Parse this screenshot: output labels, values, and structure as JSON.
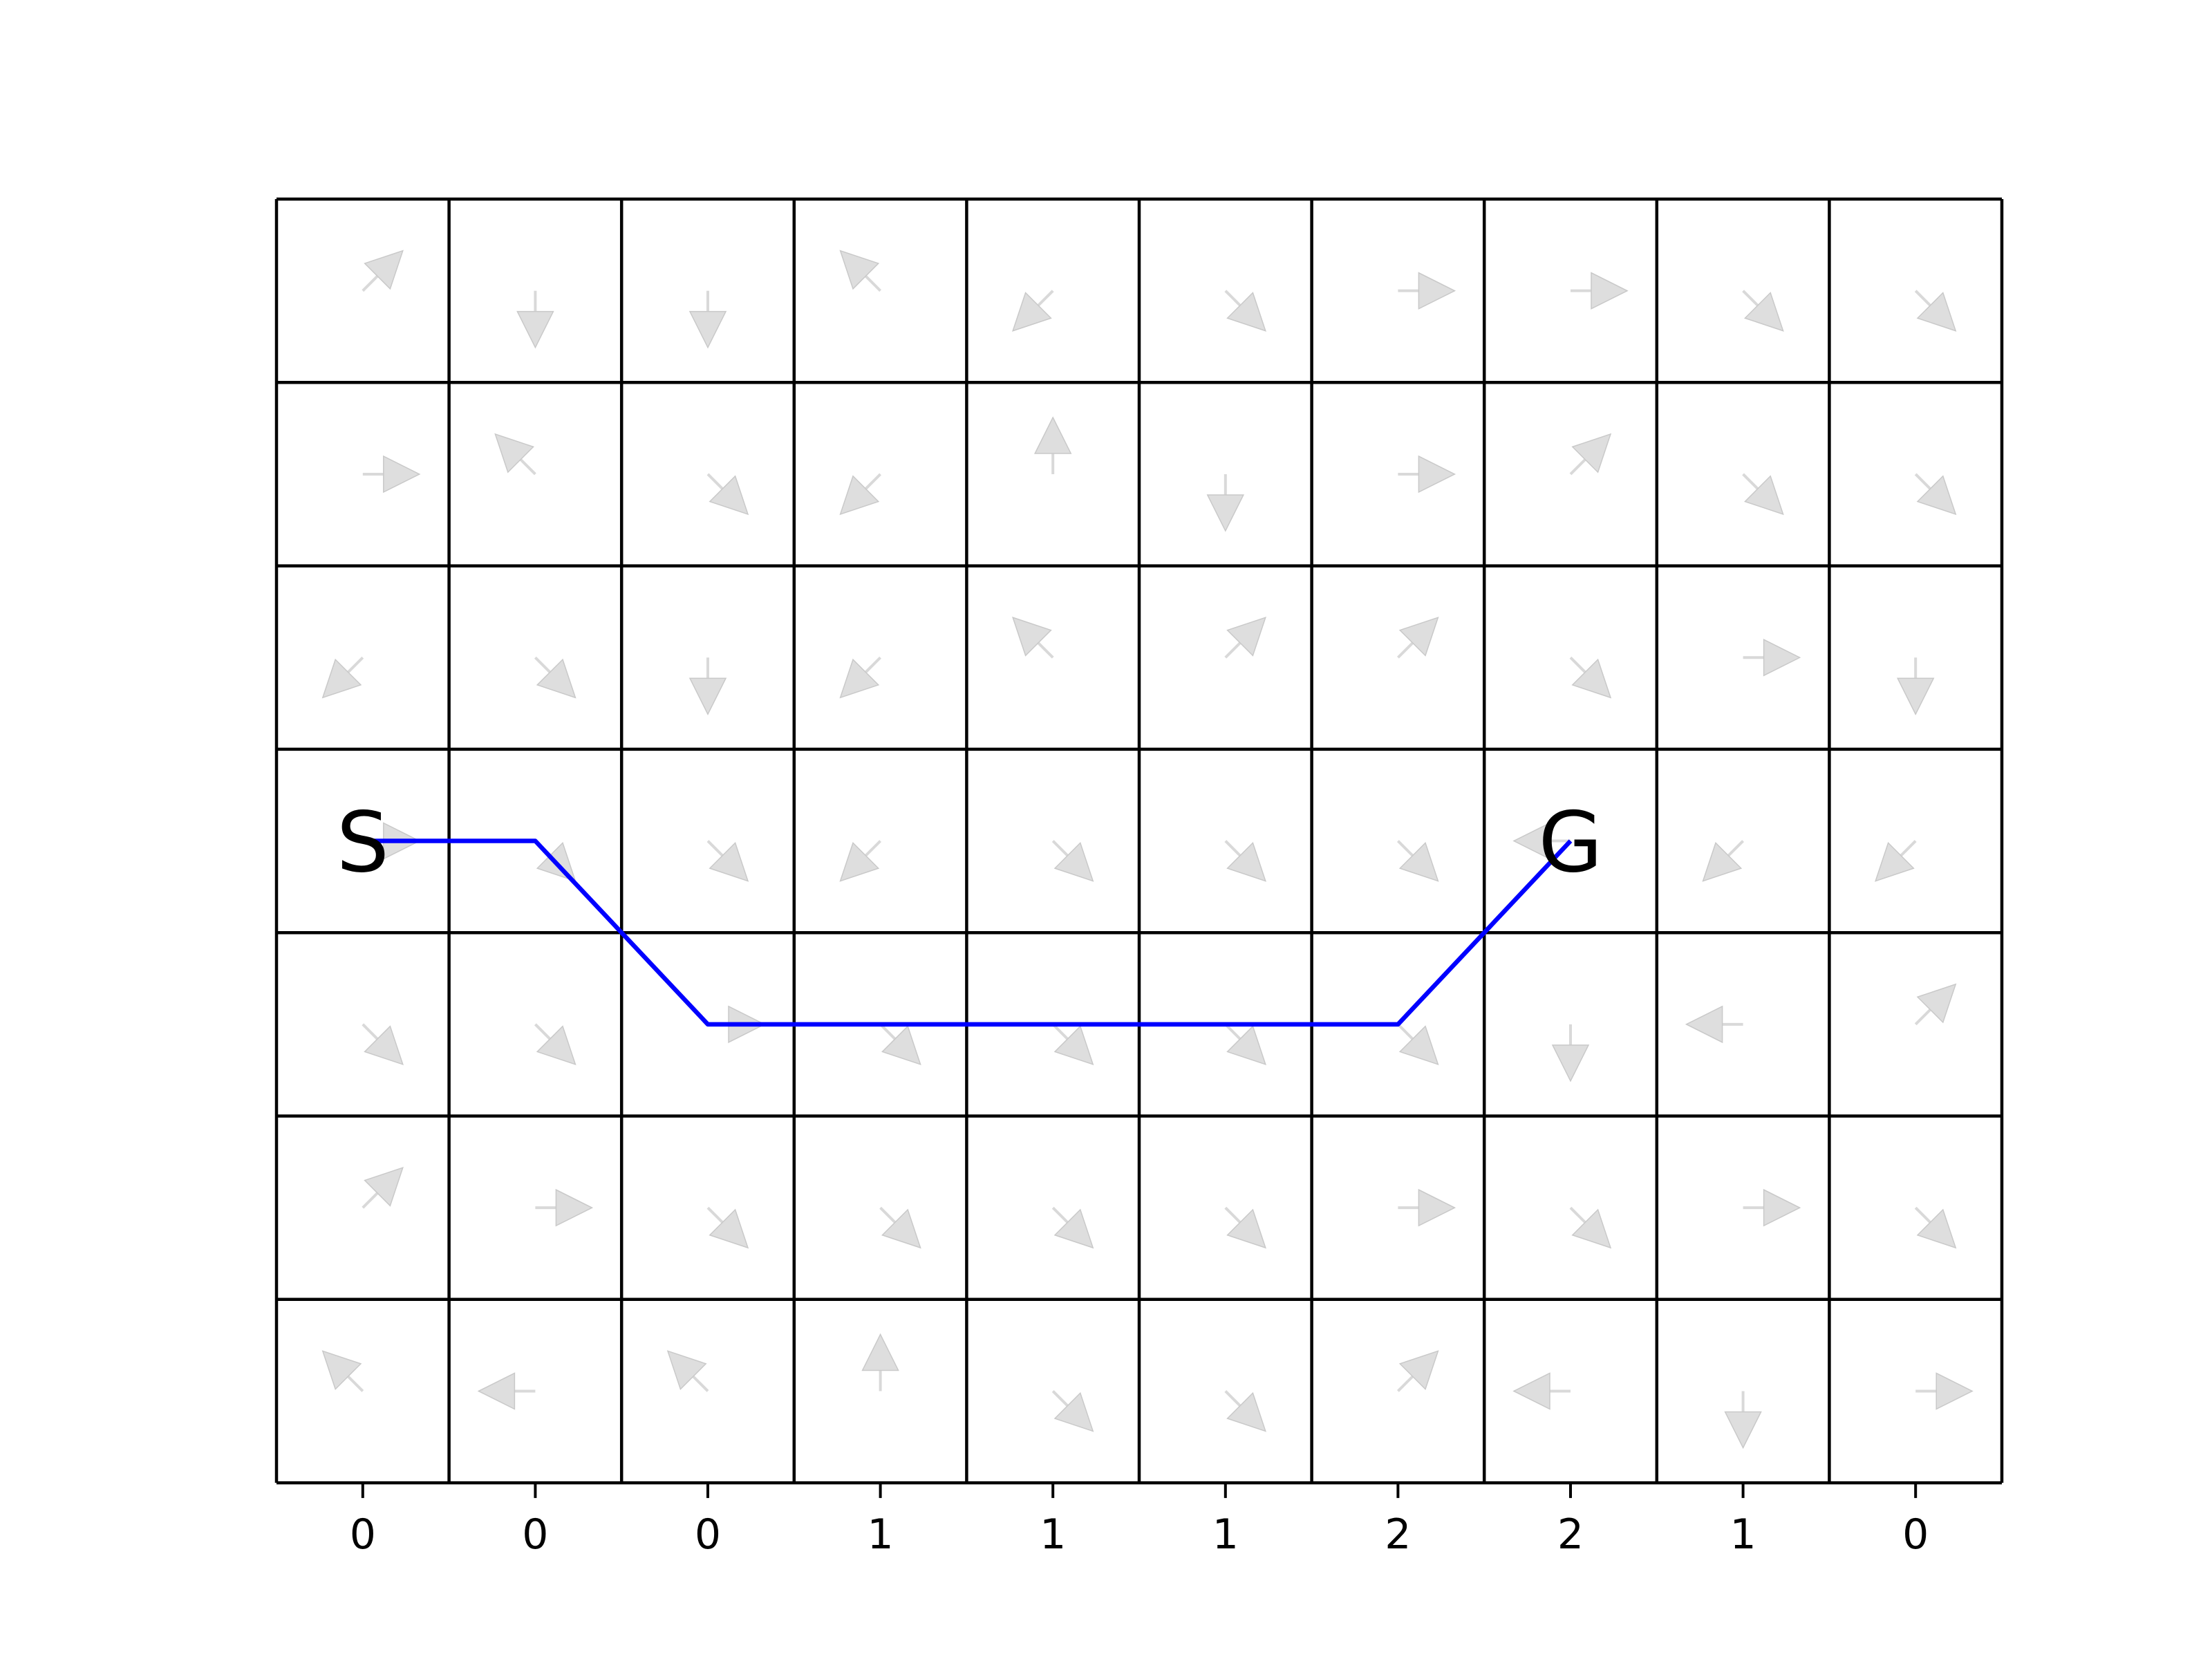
{
  "grid": {
    "rows": 7,
    "cols": 10,
    "arrows": [
      [
        "NE",
        "S",
        "S",
        "NW",
        "SW",
        "SE",
        "E",
        "E",
        "SE",
        "SE"
      ],
      [
        "E",
        "NW",
        "SE",
        "SW",
        "N",
        "S",
        "E",
        "NE",
        "SE",
        "SE"
      ],
      [
        "SW",
        "SE",
        "S",
        "SW",
        "NW",
        "NE",
        "NE",
        "SE",
        "E",
        "S"
      ],
      [
        "E",
        "SE",
        "SE",
        "SW",
        "SE",
        "SE",
        "SE",
        "W",
        "SW",
        "SW"
      ],
      [
        "SE",
        "SE",
        "E",
        "SE",
        "SE",
        "SE",
        "SE",
        "S",
        "W",
        "NE"
      ],
      [
        "NE",
        "E",
        "SE",
        "SE",
        "SE",
        "SE",
        "E",
        "SE",
        "E",
        "SE"
      ],
      [
        "NW",
        "W",
        "NW",
        "N",
        "SE",
        "SE",
        "NE",
        "W",
        "S",
        "E"
      ]
    ]
  },
  "path": [
    {
      "col": 0,
      "row": 3
    },
    {
      "col": 1,
      "row": 3
    },
    {
      "col": 2,
      "row": 4
    },
    {
      "col": 3,
      "row": 4
    },
    {
      "col": 4,
      "row": 4
    },
    {
      "col": 5,
      "row": 4
    },
    {
      "col": 6,
      "row": 4
    },
    {
      "col": 7,
      "row": 3
    }
  ],
  "start": {
    "label": "S",
    "col": 0,
    "row": 3
  },
  "goal": {
    "label": "G",
    "col": 7,
    "row": 3
  },
  "x_tick_labels": [
    "0",
    "0",
    "0",
    "1",
    "1",
    "1",
    "2",
    "2",
    "1",
    "0"
  ],
  "colors": {
    "path": "#0000ff",
    "arrow": "#d9d9d9",
    "grid": "#000000"
  }
}
